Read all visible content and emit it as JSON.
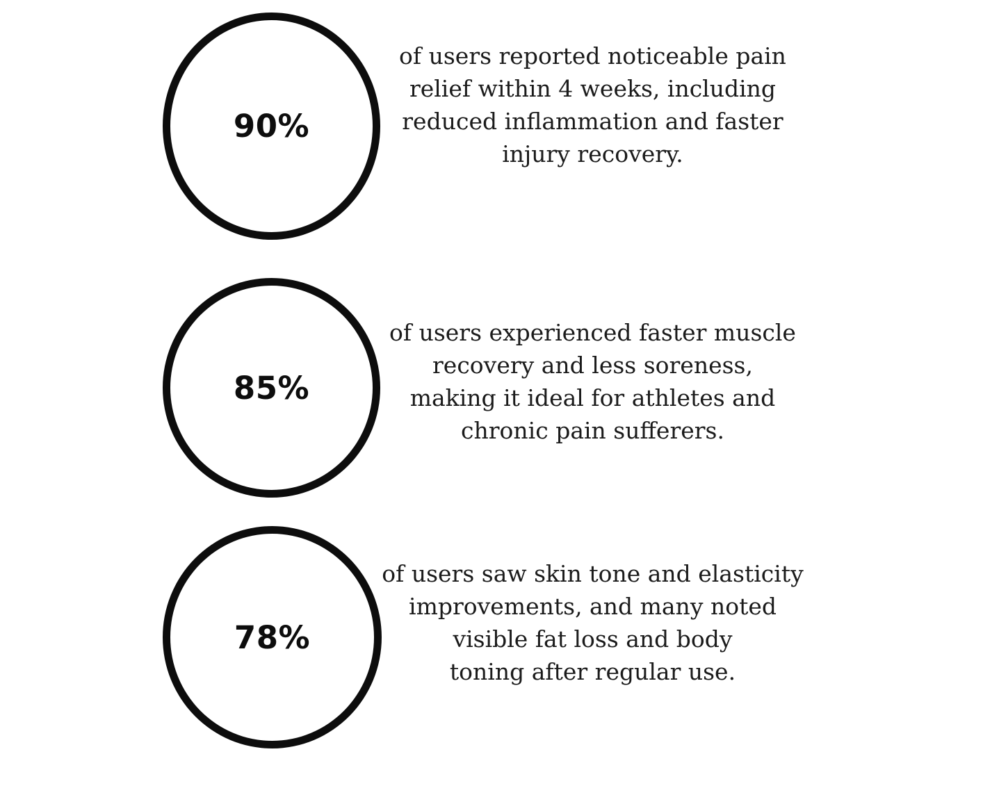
{
  "canvas": {
    "background_color": "#ffffff",
    "ink_color": "#0d0d0d",
    "text_color": "#1b1b1b"
  },
  "stats": [
    {
      "percent": "90%",
      "lines": [
        "of users reported noticeable pain",
        "relief within 4 weeks, including",
        "reduced inflammation and faster",
        "injury recovery."
      ]
    },
    {
      "percent": "85%",
      "lines": [
        "of users experienced faster muscle",
        "recovery and less soreness,",
        "making it ideal for athletes and",
        "chronic pain sufferers."
      ]
    },
    {
      "percent": "78%",
      "lines": [
        "of users saw skin tone and elasticity",
        "improvements, and many noted",
        "visible fat loss and body",
        "toning after regular use."
      ]
    }
  ],
  "chart_data": {
    "type": "table",
    "title": "User-reported results infographic",
    "categories": [
      "noticeable pain relief within 4 weeks (reduced inflammation, faster injury recovery)",
      "faster muscle recovery and less soreness (athletes and chronic pain sufferers)",
      "skin tone and elasticity improvements, visible fat loss and body toning"
    ],
    "values": [
      90,
      85,
      78
    ],
    "unit": "%",
    "legend_position": "none",
    "grid": false
  }
}
